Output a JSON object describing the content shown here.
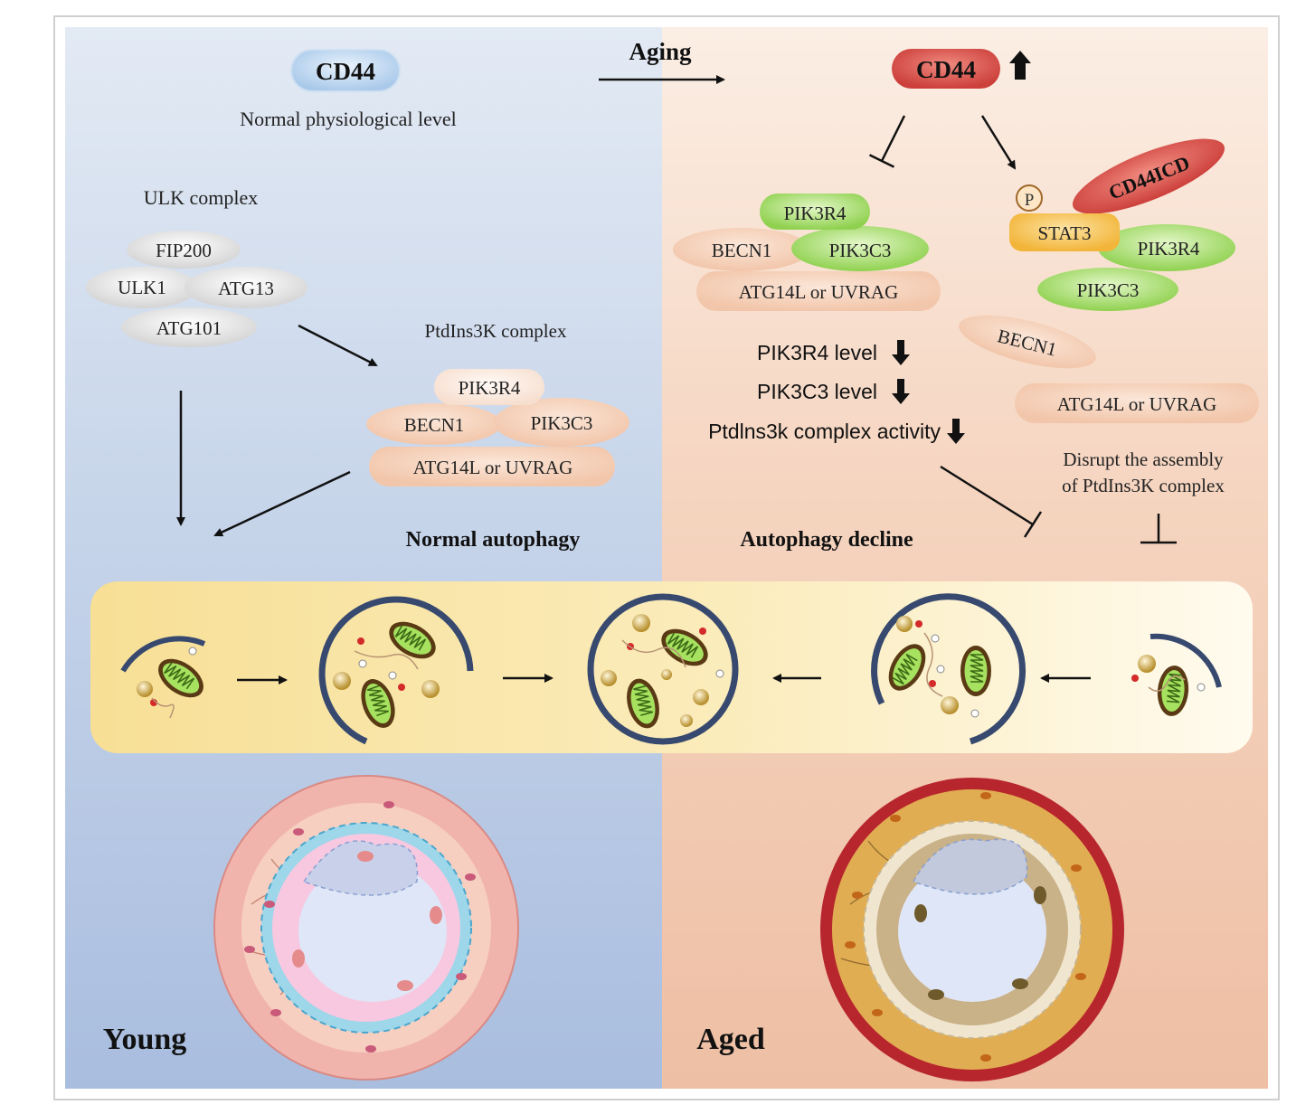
{
  "header": {
    "cd44_left": "CD44",
    "cd44_left_caption": "Normal physiological level",
    "aging_label": "Aging",
    "cd44_right": "CD44"
  },
  "left_panel": {
    "ulk_title": "ULK complex",
    "ulk_proteins": [
      "FIP200",
      "ULK1",
      "ATG13",
      "ATG101"
    ],
    "ptdins_title": "PtdIns3K complex",
    "ptdins_proteins": [
      "PIK3R4",
      "BECN1",
      "PIK3C3",
      "ATG14L or UVRAG"
    ],
    "outcome": "Normal autophagy"
  },
  "right_panel": {
    "complex_proteins": [
      "PIK3R4",
      "BECN1",
      "PIK3C3",
      "ATG14L or UVRAG"
    ],
    "levels": [
      "PIK3R4 level",
      "PIK3C3 level",
      "Ptdlns3k complex activity"
    ],
    "stat_cluster": [
      "P",
      "CD44ICD",
      "STAT3",
      "PIK3R4",
      "PIK3C3"
    ],
    "free_proteins": [
      "BECN1",
      "ATG14L or UVRAG"
    ],
    "disrupt_text": [
      "Disrupt the assembly",
      "of PtdIns3K complex"
    ],
    "outcome": "Autophagy decline"
  },
  "footer": {
    "young_label": "Young",
    "aged_label": "Aged"
  },
  "colors": {
    "left_bg": "#a9bddf",
    "right_bg": "#eebfa4",
    "cd44_normal": "#b8d4ee",
    "cd44_high": "#d9534f",
    "pik3r4_green": "#8fd14f",
    "stat3_orange": "#f5be4a",
    "autophagy_strip": "#f9e8a8"
  }
}
